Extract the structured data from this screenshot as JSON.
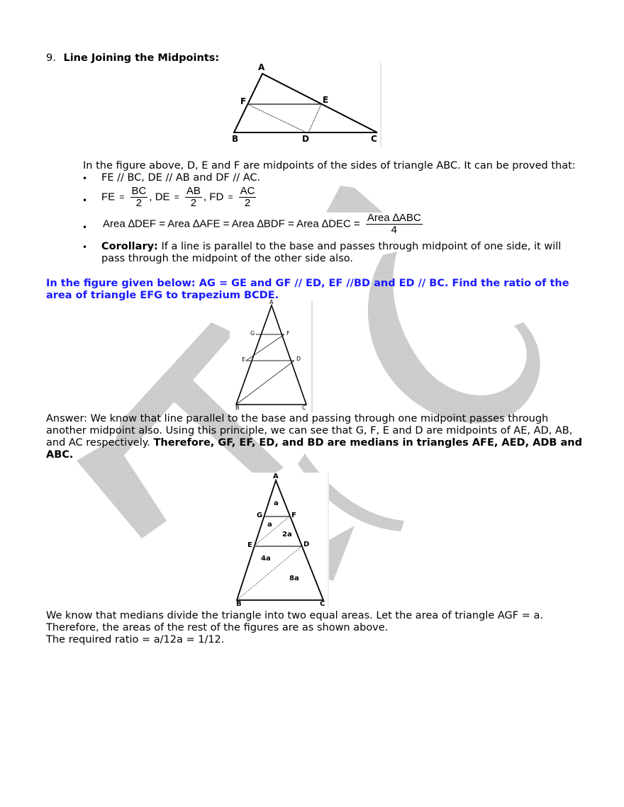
{
  "section": {
    "number": "9.",
    "title": "Line Joining the Midpoints:"
  },
  "figure1": {
    "labels": {
      "A": "A",
      "B": "B",
      "C": "C",
      "D": "D",
      "E": "E",
      "F": "F"
    }
  },
  "intro": "In the figure above, D, E and F are midpoints of the sides of triangle ABC. It can be proved that:",
  "bullets": {
    "parallel": "FE // BC, DE // AB and DF // AC.",
    "lengths": {
      "fe_lhs": "FE",
      "fe_num": "BC",
      "fe_den": "2",
      "de_lhs": "DE",
      "de_num": "AB",
      "de_den": "2",
      "fd_lhs": "FD",
      "fd_num": "AC",
      "fd_den": "2",
      "eq": "=",
      "sep": ","
    },
    "area": {
      "lhs": "Area ∆DEF = Area ∆AFE = Area ∆BDF = Area ∆DEC =",
      "num": "Area  ∆ABC",
      "den": "4"
    },
    "corollary": {
      "label": "Corollary:",
      "line1": " If a line is parallel to the base and passes through midpoint of one side, it will",
      "line2": "pass through the midpoint of the other side also."
    }
  },
  "question": {
    "line1": "In the figure given below: AG = GE and GF // ED, EF //BD and ED // BC. Find the ratio of the",
    "line2": "area of triangle EFG to trapezium BCDE.",
    "color": "#1a1aff"
  },
  "figure2": {
    "labels": {
      "A": "A",
      "B": "B",
      "C": "C",
      "D": "D",
      "E": "E",
      "F": "F",
      "G": "G"
    }
  },
  "answer": {
    "line1": "Answer: We know that line parallel to the base and passing through one midpoint passes through",
    "line2": "another midpoint also. Using this principle, we can see that G, F, E and D are midpoints of AE, AD, AB,",
    "line3_plain": "and AC respectively. ",
    "line3_bold": "Therefore, GF, EF, ED, and BD are medians in triangles AFE, AED, ADB and",
    "line4_bold": "ABC."
  },
  "figure3": {
    "labels": {
      "A": "A",
      "B": "B",
      "C": "C",
      "D": "D",
      "E": "E",
      "F": "F",
      "G": "G"
    },
    "areas": {
      "agf": "a",
      "gef": "a",
      "efd": "2a",
      "edb": "4a",
      "bdc": "8a"
    }
  },
  "conclusion": {
    "line1": "We know that medians divide the triangle into two equal areas. Let the area of triangle AGF = a.",
    "line2": "Therefore, the areas of the rest of the figures are as shown above.",
    "line3": "The required ratio = a/12a = 1/12."
  },
  "watermark": {
    "color": "#c8c8c8"
  }
}
